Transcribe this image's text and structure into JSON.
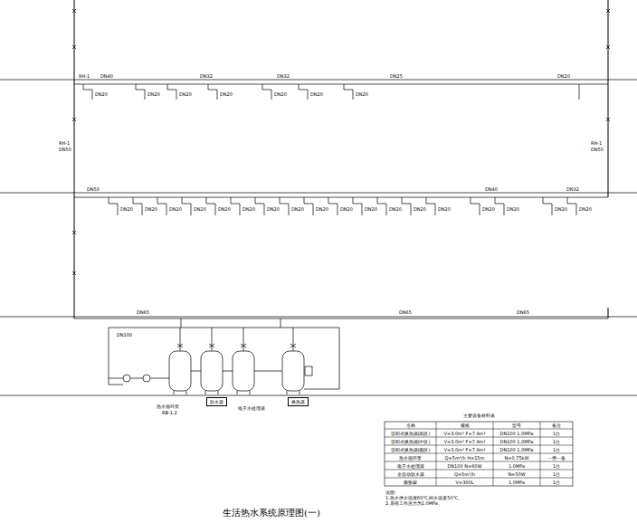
{
  "diagram": {
    "title": "生活热水系统原理图(一)",
    "nodes": [
      {
        "text": [
          "软水器"
        ]
      },
      {
        "text": [
          "换热器"
        ]
      }
    ],
    "labels": [
      "RH-1",
      "DN40",
      "DN32",
      "DN32",
      "DN25",
      "DN20",
      "DN20",
      "DN20",
      "DN20",
      "DN20",
      "DN20",
      "DN20",
      "DN20",
      "RH-1",
      "DN50",
      "RH-1",
      "DN50",
      "DN50",
      "DN40",
      "DN32",
      "DN20",
      "DN20",
      "DN20",
      "DN20",
      "DN20",
      "DN20",
      "DN20",
      "DN20",
      "DN20",
      "DN20",
      "DN20",
      "DN20",
      "DN20",
      "DN20",
      "DN20",
      "DN20",
      "DN20",
      "DN20",
      "DN65",
      "DN65",
      "DN65",
      "DN100",
      "热水循环泵",
      "RB-1,2",
      "电子水处理器",
      "主要设备材料表",
      "名称",
      "规格",
      "型号",
      "备注",
      "容积式换热器(高区)",
      "V=3.0m³ F=7.9m²",
      "DN100 1.0MPa",
      "1台",
      "容积式换热器(中区)",
      "V=3.0m³ F=7.9m²",
      "DN100 1.0MPa",
      "1台",
      "容积式换热器(低区)",
      "V=3.0m³ F=7.9m²",
      "DN100 1.0MPa",
      "1台",
      "热水循环泵",
      "Q=5m³/h H=15m",
      "N=0.75kW",
      "一用一备",
      "电子水处理器",
      "DN100 N=60W",
      "1.0MPa",
      "1台",
      "全自动软水器",
      "Q=5m³/h",
      "N=50W",
      "1台",
      "膨胀罐",
      "V=300L",
      "1.0MPa",
      "1台",
      "说明:",
      "1.热水供水温度60℃,回水温度50℃。",
      "2.系统工作压力为1.0MPa。"
    ]
  }
}
